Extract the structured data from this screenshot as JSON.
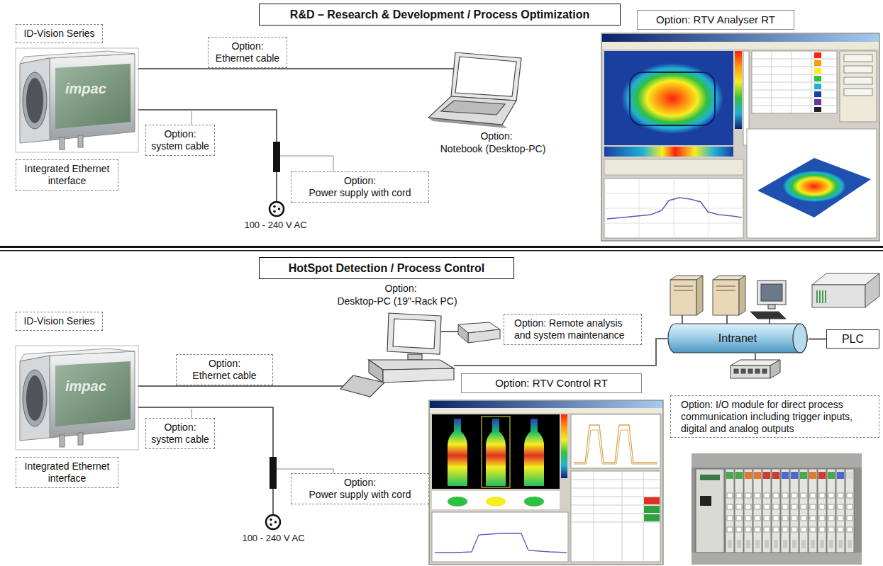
{
  "diagram": {
    "nodes": [
      {
        "text": [
          "R&D – Research & Development / Process Optimization"
        ]
      },
      {
        "text": [
          "ID-Vision Series"
        ]
      },
      {
        "text": [
          "Option:",
          "Ethernet cable"
        ]
      },
      {
        "text": [
          "Option: RTV Analyser RT"
        ]
      },
      {
        "text": [
          "Option:",
          "system cable"
        ]
      },
      {
        "text": [
          "Integrated Ethernet interface"
        ]
      },
      {
        "text": [
          "Option:",
          "Power supply with cord"
        ]
      },
      {
        "text": [
          "HotSpot Detection / Process Control"
        ]
      },
      {
        "text": [
          "ID-Vision Series"
        ]
      },
      {
        "text": [
          "Option: Remote analysis and system maintenance"
        ]
      },
      {
        "text": [
          "Option:",
          "Ethernet cable"
        ]
      },
      {
        "text": [
          "Intranet"
        ]
      },
      {
        "text": [
          "PLC"
        ]
      },
      {
        "text": [
          "Option: RTV Control RT"
        ]
      },
      {
        "text": [
          "Option:",
          "system cable"
        ]
      },
      {
        "text": [
          "Integrated Ethernet interface"
        ]
      },
      {
        "text": [
          "Option: I/O module for direct process communication including trigger inputs, digital and analog outputs"
        ]
      },
      {
        "text": [
          "Option:",
          "Power supply with cord"
        ]
      }
    ],
    "edges": [
      {
        "from": 11,
        "to": 12,
        "arrow": "none"
      }
    ],
    "labels": [
      "impac",
      "100 - 240 V AC",
      "Option:",
      "Notebook (Desktop-PC)",
      "Option:",
      "Desktop-PC (19\"-Rack PC)",
      "impac",
      "100 - 240 V AC"
    ]
  }
}
